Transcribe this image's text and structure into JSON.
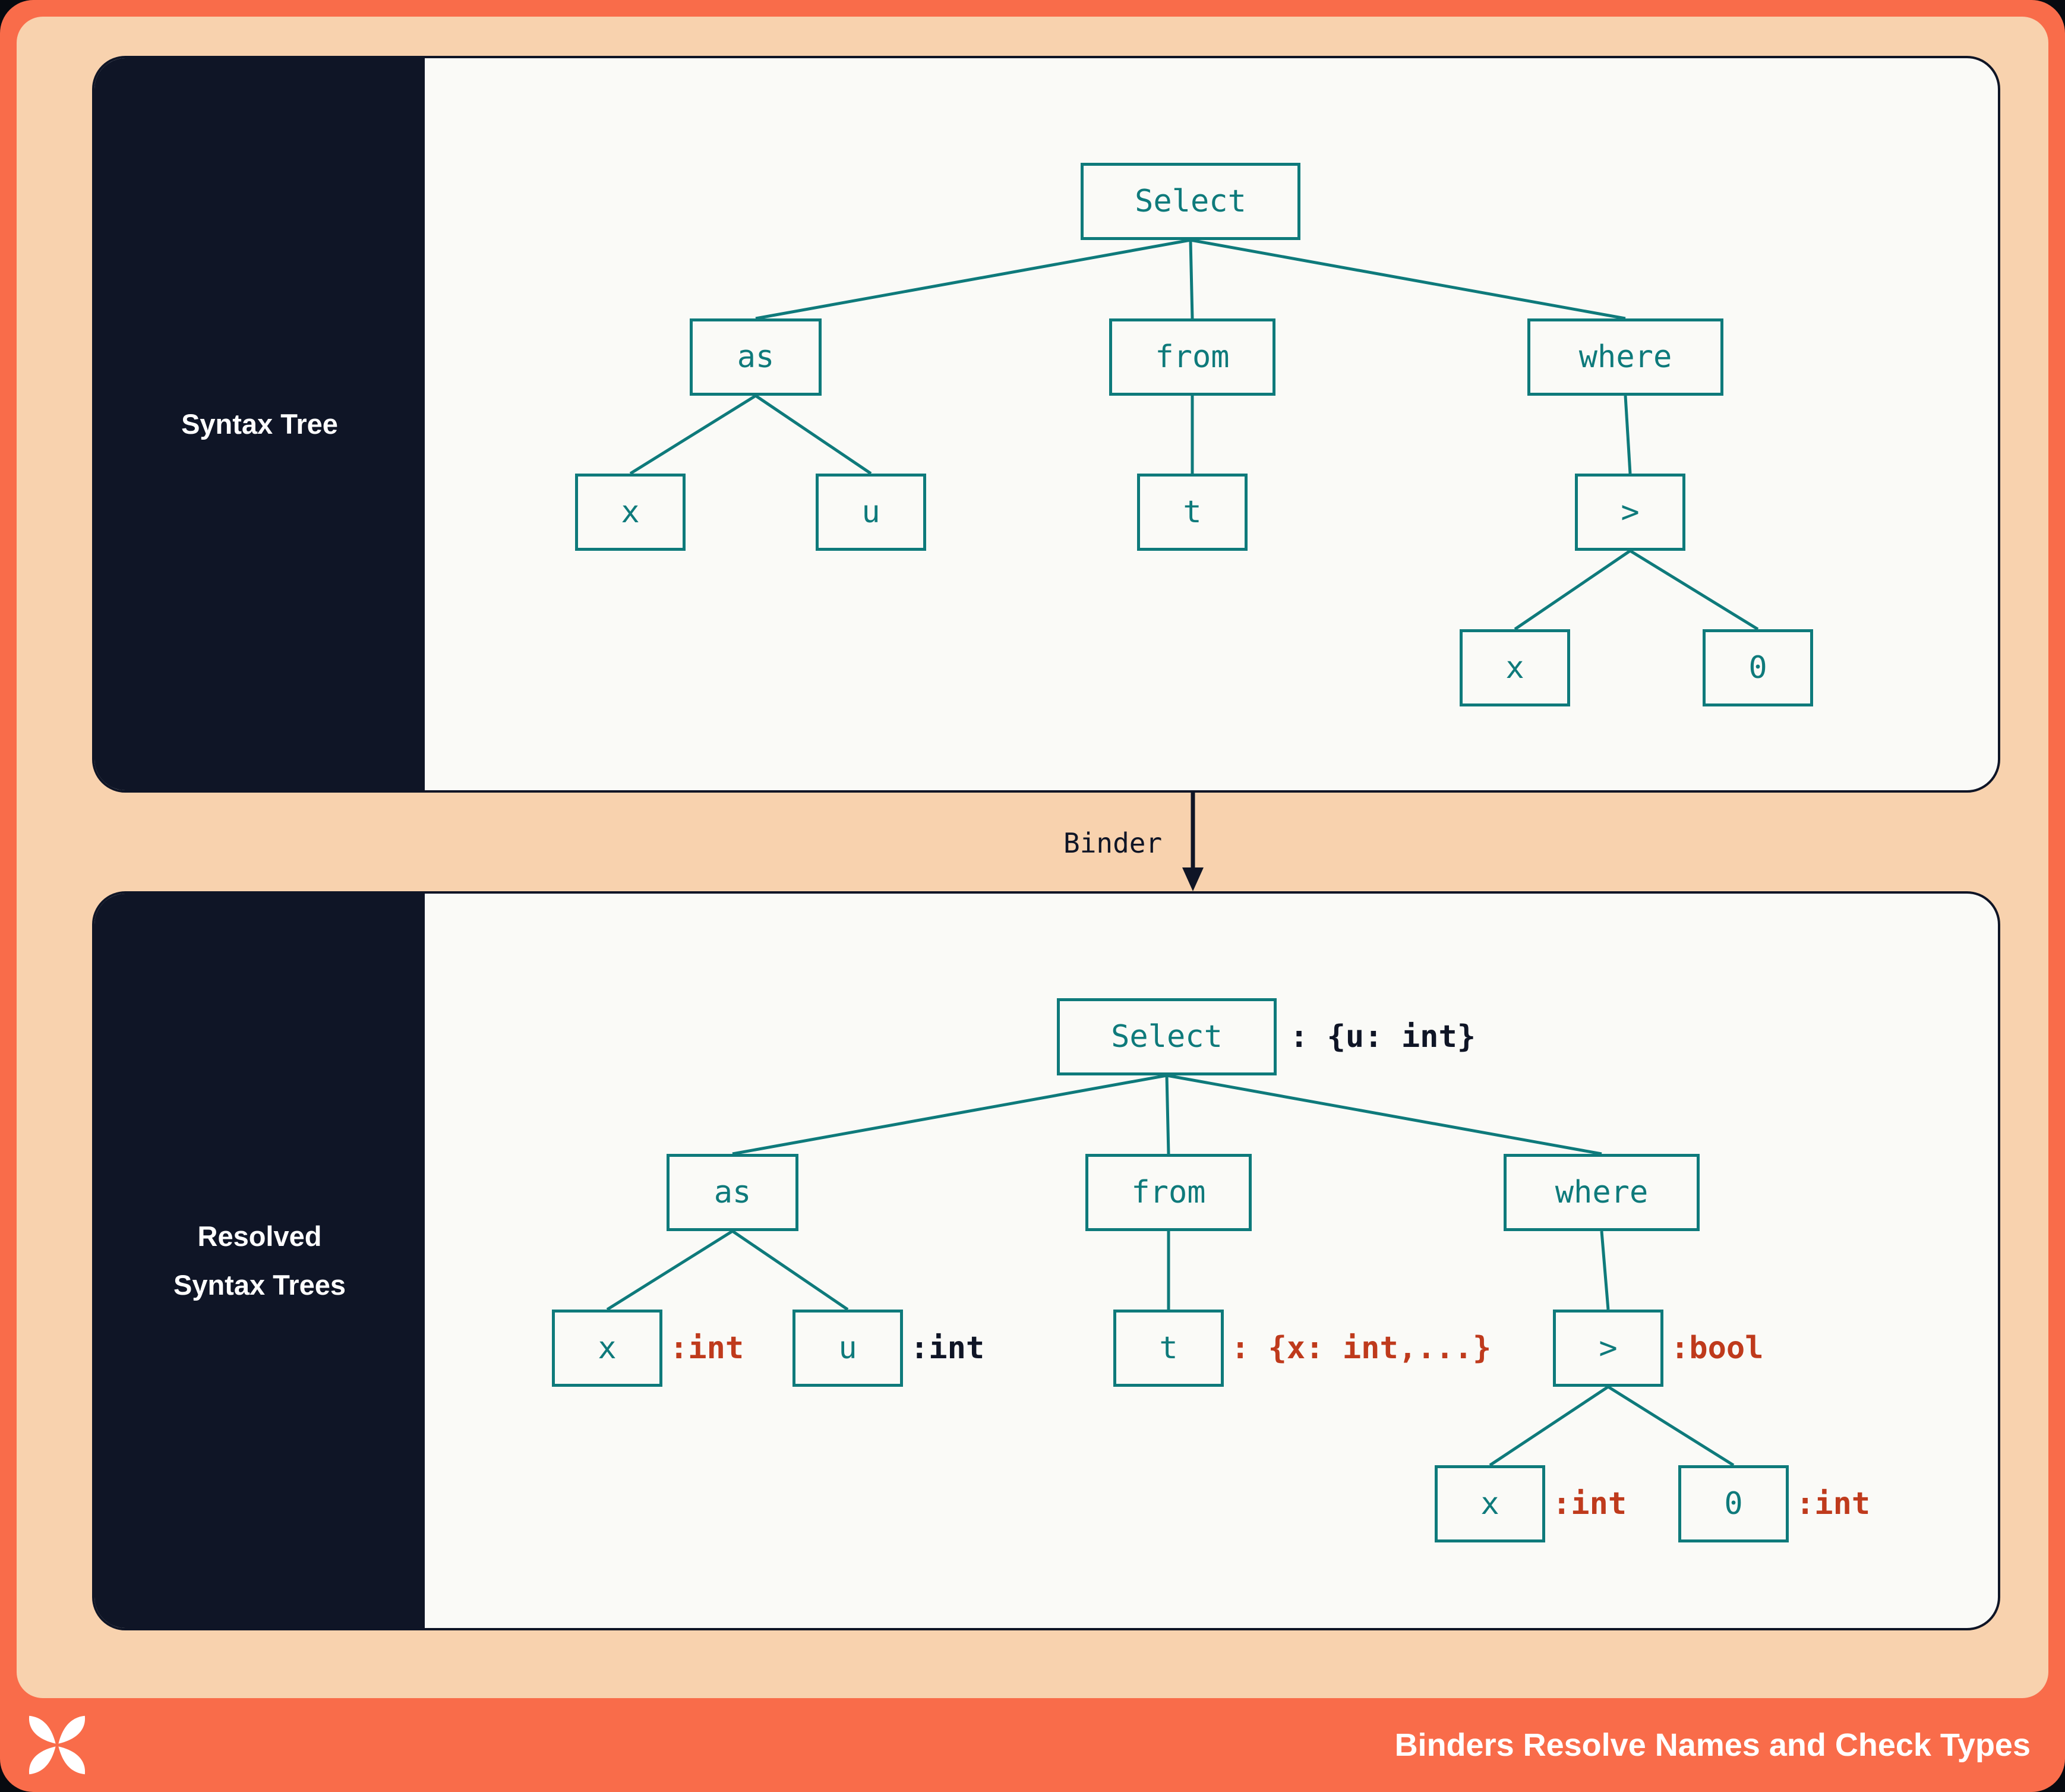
{
  "colors": {
    "coral": "#F96C4A",
    "peach": "#F8D2AE",
    "navy": "#0F1526",
    "panel_bg": "#FAFAF7",
    "teal": "#0E7A7B",
    "type_red": "#BF3A1C",
    "type_dark": "#0F1526"
  },
  "top_panel": {
    "sidebar_label": "Syntax Tree",
    "nodes": {
      "select": "Select",
      "as": "as",
      "from": "from",
      "where": "where",
      "x1": "x",
      "u": "u",
      "t": "t",
      "gt": ">",
      "x2": "x",
      "zero": "0"
    }
  },
  "binder": {
    "label": "Binder"
  },
  "bottom_panel": {
    "sidebar_label_line1": "Resolved",
    "sidebar_label_line2": "Syntax Trees",
    "nodes": {
      "select": "Select",
      "as": "as",
      "from": "from",
      "where": "where",
      "x1": "x",
      "u": "u",
      "t": "t",
      "gt": ">",
      "x2": "x",
      "zero": "0"
    },
    "annotations": {
      "select": ": {u: int}",
      "x1": ":int",
      "u": ":int",
      "t": ": {x: int,...}",
      "gt": ":bool",
      "x2": ":int",
      "zero": ":int"
    }
  },
  "footer": {
    "title": "Binders Resolve Names and Check Types",
    "logo": "x-petal-logo"
  }
}
